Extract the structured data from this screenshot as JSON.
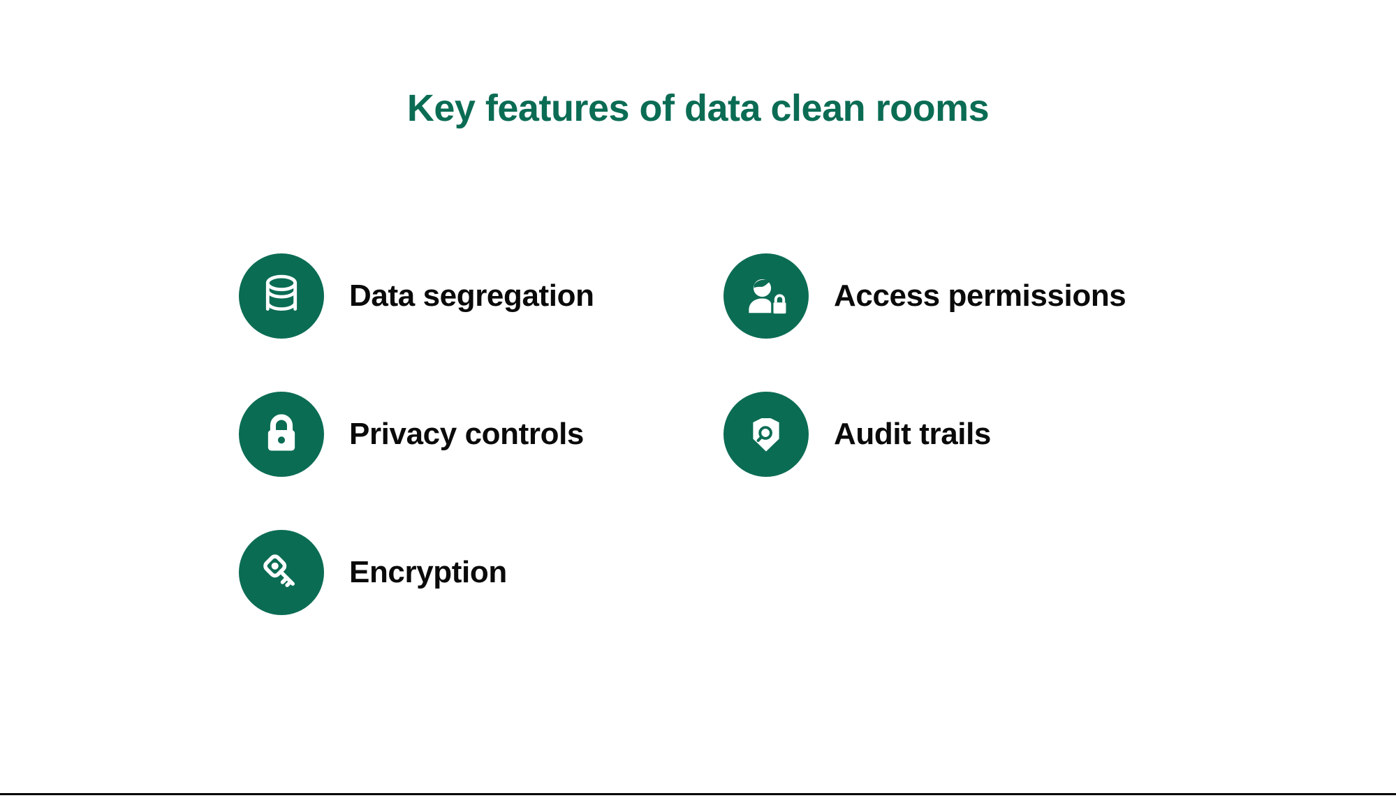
{
  "slide": {
    "title": "Key features of data clean rooms",
    "background_color": "#ffffff",
    "accent_color": "#0b6c54",
    "label_color": "#0a0a0a"
  },
  "features": [
    {
      "label": "Data segregation",
      "icon": "database-icon",
      "column": 1,
      "row": 1
    },
    {
      "label": "Access permissions",
      "icon": "user-lock-icon",
      "column": 2,
      "row": 1
    },
    {
      "label": "Privacy controls",
      "icon": "padlock-icon",
      "column": 1,
      "row": 2
    },
    {
      "label": "Audit trails",
      "icon": "shield-search-icon",
      "column": 2,
      "row": 2
    },
    {
      "label": "Encryption",
      "icon": "key-icon",
      "column": 1,
      "row": 3
    }
  ]
}
